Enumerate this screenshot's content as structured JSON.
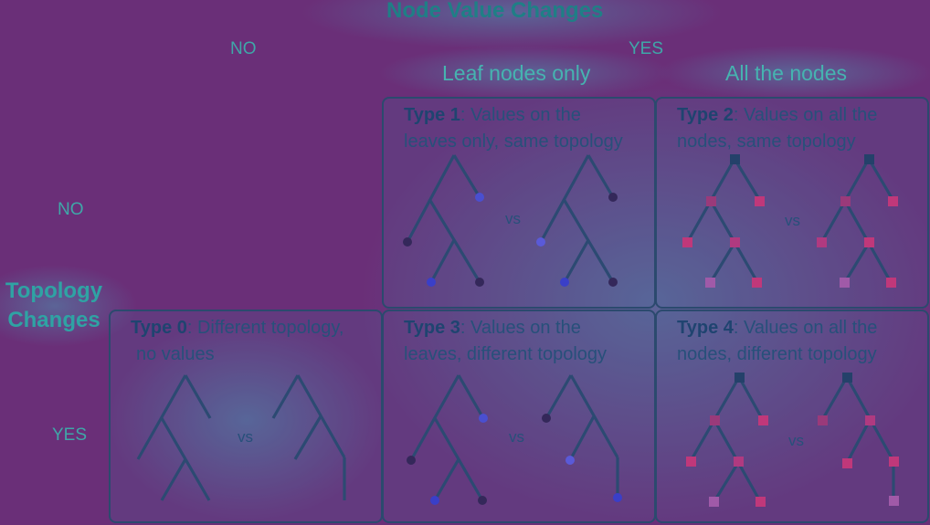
{
  "header": {
    "title": "Node Value Changes",
    "no_label": "NO",
    "yes_label": "YES",
    "col_leaf": "Leaf nodes only",
    "col_all": "All the nodes"
  },
  "side": {
    "title_line1": "Topology",
    "title_line2": "Changes",
    "no_label": "NO",
    "yes_label": "YES"
  },
  "panels": [
    {
      "type": "Type 1",
      "desc_line1": ": Values on the",
      "desc_line2": "leaves only, same topology",
      "vs": "vs"
    },
    {
      "type": "Type 2",
      "desc_line1": ": Values on all the",
      "desc_line2": "nodes, same topology",
      "vs": "vs"
    },
    {
      "type": "Type 0",
      "desc_line1": ": Different topology,",
      "desc_line2": "no values",
      "vs": "vs"
    },
    {
      "type": "Type 3",
      "desc_line1": ": Values on the",
      "desc_line2": "leaves, different topology",
      "vs": "vs"
    },
    {
      "type": "Type 4",
      "desc_line1": ": Values on all the",
      "desc_line2": "nodes, different topology",
      "vs": "vs"
    }
  ],
  "colors": {
    "background": "#6a2f78",
    "accent_teal": "#3fa7a8",
    "edge": "#2c4a72",
    "leaf_blue": "#4a4fd0",
    "leaf_dark": "#34285a",
    "node_pink": "#c0387a",
    "node_light": "#a05aa8",
    "root_dark": "#24416a"
  }
}
